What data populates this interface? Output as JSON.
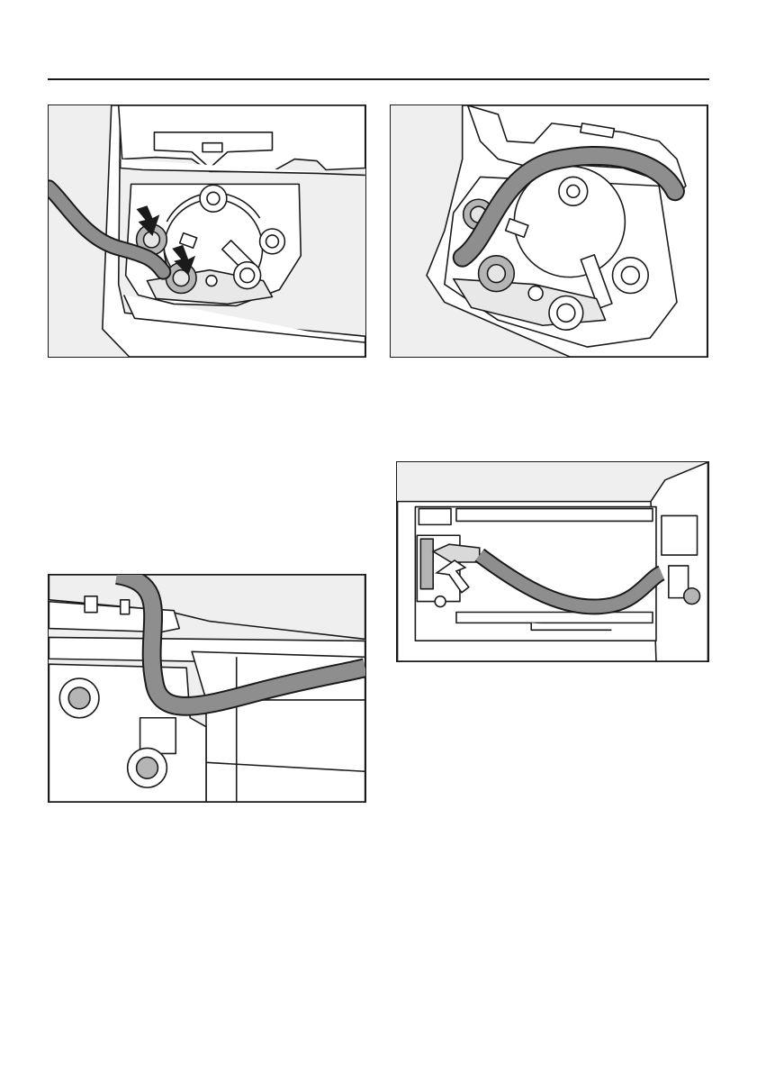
{
  "colors": {
    "line": "#1a1a1a",
    "background": "#efefef",
    "part": "#ffffff",
    "cable": "#8e8e8e",
    "screw": "#b5b5b5"
  },
  "figures": [
    {
      "id": "fig1",
      "icon": "hinge-screws-arrows-illustration"
    },
    {
      "id": "fig2",
      "icon": "hinge-cable-routed-illustration"
    },
    {
      "id": "fig3",
      "icon": "cable-bracket-illustration"
    },
    {
      "id": "fig4",
      "icon": "cable-connector-plug-illustration"
    }
  ]
}
